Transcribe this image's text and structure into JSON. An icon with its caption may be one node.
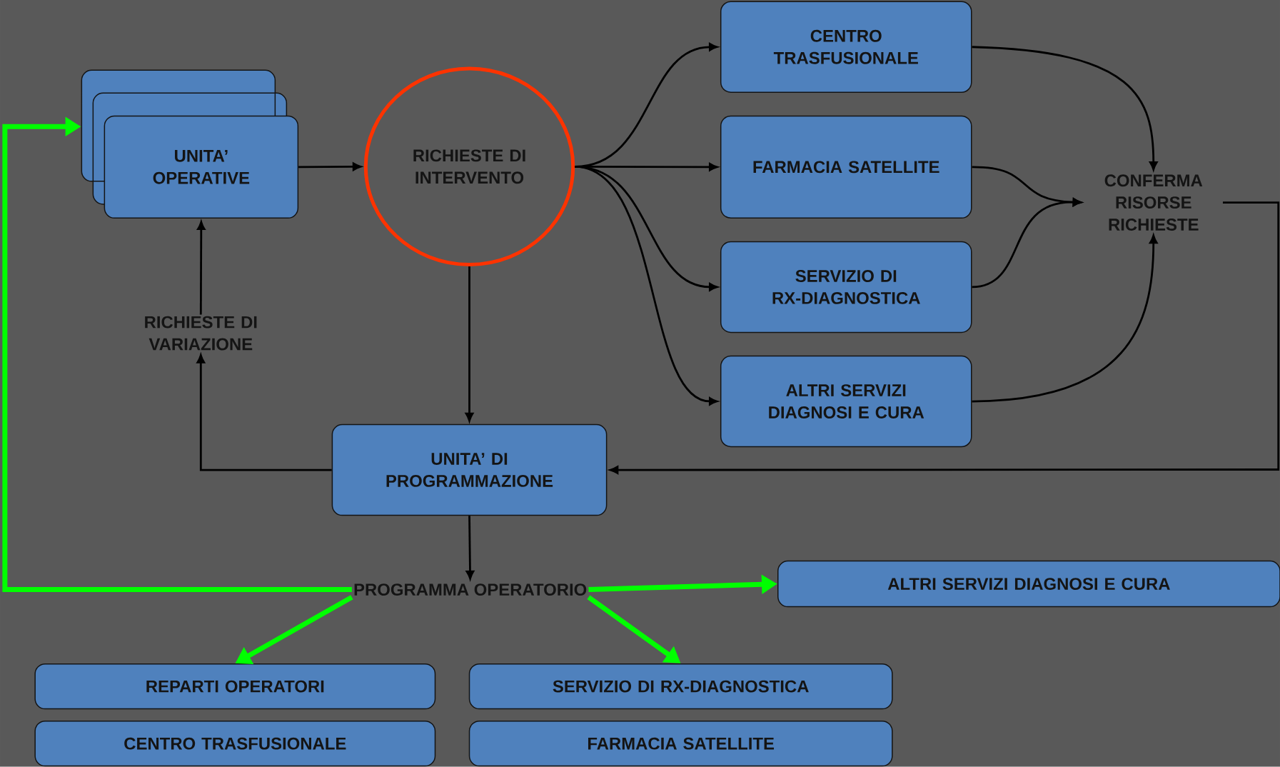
{
  "diagram": {
    "nodes": [
      {
        "text": [
          "UNITA’ OPERATIVE"
        ]
      },
      {
        "text": [
          "RICHIESTE DI INTERVENTO"
        ]
      },
      {
        "text": [
          "CENTRO TRASFUSIONALE"
        ]
      },
      {
        "text": [
          "FARMACIA SATELLITE"
        ]
      },
      {
        "text": [
          "SERVIZIO DI RX-DIAGNOSTICA"
        ]
      },
      {
        "text": [
          "ALTRI SERVIZI DIAGNOSI E CURA"
        ]
      },
      {
        "text": [
          "CONFERMA RISORSE RICHIESTE"
        ]
      },
      {
        "text": [
          "RICHIESTE DI VARIAZIONE"
        ]
      },
      {
        "text": [
          "UNITA’ DI PROGRAMMAZIONE"
        ]
      },
      {
        "text": [
          "PROGRAMMA OPERATORIO"
        ]
      },
      {
        "text": [
          "ALTRI SERVIZI DIAGNOSI E CURA"
        ]
      },
      {
        "text": [
          "REPARTI OPERATORI"
        ]
      },
      {
        "text": [
          "SERVIZIO DI RX-DIAGNOSTICA"
        ]
      },
      {
        "text": [
          "CENTRO TRASFUSIONALE"
        ]
      },
      {
        "text": [
          "FARMACIA SATELLITE"
        ]
      }
    ],
    "edges": [
      {
        "from": 0,
        "to": 1,
        "arrow": "to"
      },
      {
        "from": 1,
        "to": 2,
        "arrow": "to"
      },
      {
        "from": 1,
        "to": 3,
        "arrow": "to"
      },
      {
        "from": 1,
        "to": 4,
        "arrow": "to"
      },
      {
        "from": 1,
        "to": 5,
        "arrow": "to"
      },
      {
        "from": 2,
        "to": 6,
        "arrow": "to"
      },
      {
        "from": 3,
        "to": 6,
        "arrow": "to"
      },
      {
        "from": 4,
        "to": 6,
        "arrow": "to"
      },
      {
        "from": 5,
        "to": 6,
        "arrow": "to"
      },
      {
        "from": 6,
        "to": 8,
        "arrow": "to"
      },
      {
        "from": 1,
        "to": 8,
        "arrow": "to"
      },
      {
        "from": 8,
        "to": 7,
        "arrow": "to"
      },
      {
        "from": 7,
        "to": 0,
        "arrow": "to"
      },
      {
        "from": 8,
        "to": 9,
        "arrow": "to"
      },
      {
        "from": 9,
        "to": 0,
        "arrow": "to",
        "style": "thick",
        "color": "#00ff00"
      },
      {
        "from": 9,
        "to": 10,
        "arrow": "to",
        "style": "thick",
        "color": "#00ff00"
      },
      {
        "from": 9,
        "to": 11,
        "arrow": "to",
        "style": "thick",
        "color": "#00ff00"
      },
      {
        "from": 9,
        "to": 12,
        "arrow": "to",
        "style": "thick",
        "color": "#00ff00"
      }
    ]
  }
}
